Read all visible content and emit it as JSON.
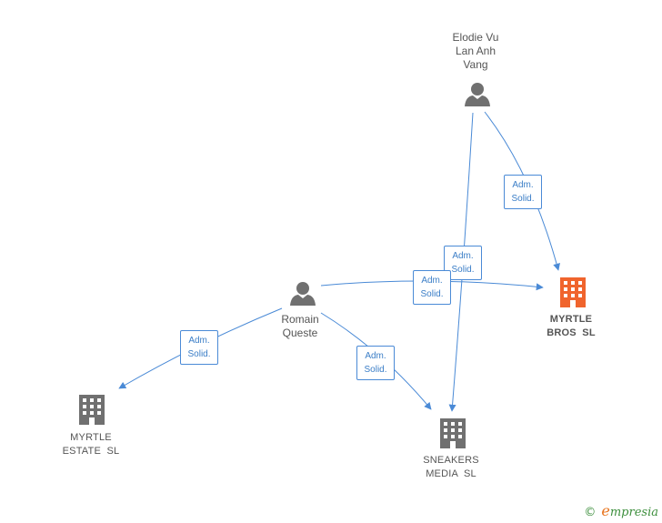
{
  "colors": {
    "edge": "#4a8ad6",
    "person_icon": "#707070",
    "company_icon": "#707070",
    "company_highlight": "#f0642d"
  },
  "nodes": {
    "elodie": {
      "lines": [
        "Elodie Vu",
        "Lan Anh",
        "Vang"
      ],
      "icon": "person-icon"
    },
    "romain": {
      "lines": [
        "Romain",
        "Queste"
      ],
      "icon": "person-icon"
    },
    "myrtle_bros": {
      "lines": [
        "MYRTLE",
        "BROS  SL"
      ],
      "icon": "building-icon"
    },
    "myrtle_estate": {
      "lines": [
        "MYRTLE",
        "ESTATE  SL"
      ],
      "icon": "building-icon"
    },
    "sneakers": {
      "lines": [
        "SNEAKERS",
        "MEDIA  SL"
      ],
      "icon": "building-icon"
    }
  },
  "edge_labels": {
    "elodie_bros": [
      "Adm.",
      "Solid."
    ],
    "elodie_sneakers": [
      "Adm.",
      "Solid."
    ],
    "romain_bros": [
      "Adm.",
      "Solid."
    ],
    "romain_estate": [
      "Adm.",
      "Solid."
    ],
    "romain_sneakers": [
      "Adm.",
      "Solid."
    ]
  },
  "brand": {
    "copyright": "©",
    "initial": "e",
    "rest": "mpresia"
  }
}
